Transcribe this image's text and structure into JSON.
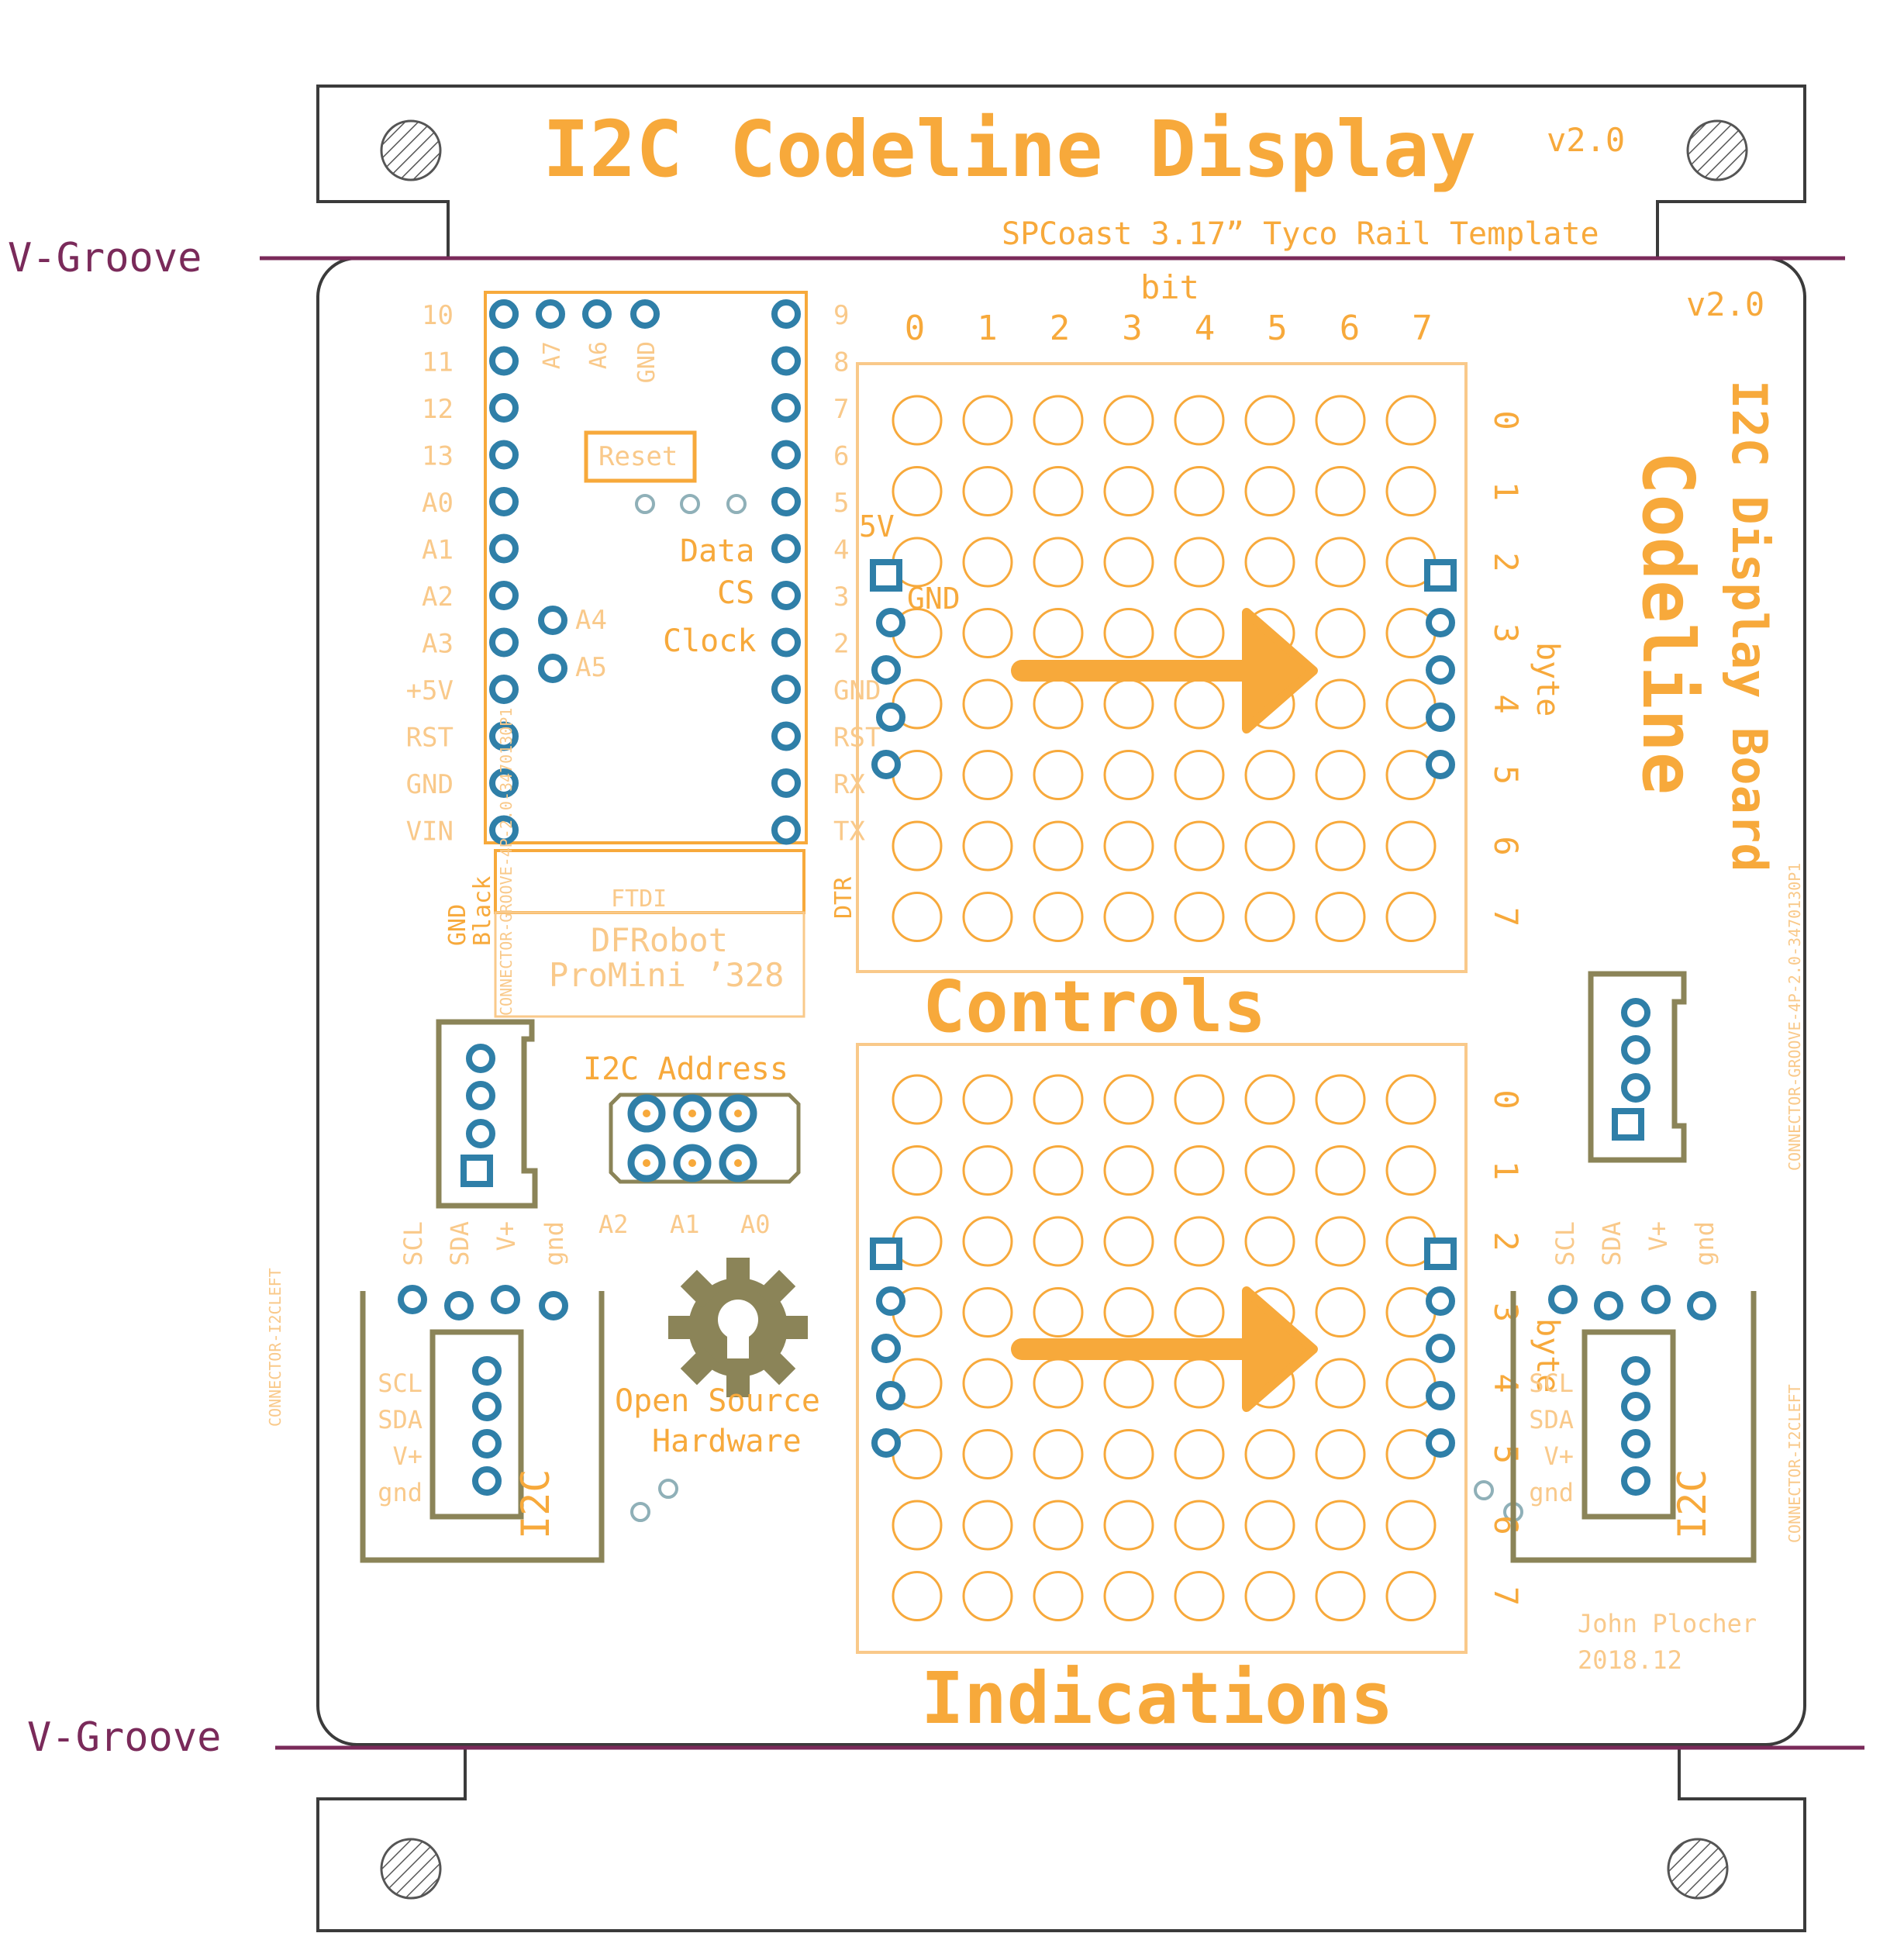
{
  "colors": {
    "silk": "#f7a93b",
    "silk_light": "#f9c98a",
    "outline": "#3b3b3b",
    "pad": "#2f7fa8",
    "pad_fill": "#ffffff",
    "groove": "#7a2a5a",
    "olive": "#8b8458",
    "via": "#8fb0b8"
  },
  "panel": {
    "title": "I2C Codeline Display",
    "title_version": "v2.0",
    "subtitle": "SPCoast 3.17” Tyco Rail Template",
    "vgroove_top": "V-Groove",
    "vgroove_bottom": "V-Groove"
  },
  "board": {
    "version": "v2.0",
    "bit_label": "bit",
    "bit_numbers": [
      "0",
      "1",
      "2",
      "3",
      "4",
      "5",
      "6",
      "7"
    ],
    "row_numbers": [
      "0",
      "1",
      "2",
      "3",
      "4",
      "5",
      "6",
      "7"
    ],
    "byte_label": "byte",
    "side_title_line1": "I2C Display Board",
    "side_title_line2": "Codeline",
    "controls_label": "Controls",
    "indications_label": "Indications",
    "matrix_5v": "5V",
    "matrix_gnd": "GND",
    "author": "John Plocher",
    "date": "2018.12",
    "osh_line1": "Open Source",
    "osh_line2": "Hardware",
    "i2c_address_label": "I2C Address",
    "address_pins": [
      "A2",
      "A1",
      "A0"
    ],
    "connector_label": "I2C",
    "connector_pins": [
      "SCL",
      "SDA",
      "V+",
      "gnd"
    ],
    "refdes_left": "CONNECTOR-I2CLEFT",
    "refdes_right": "CONNECTOR-I2CLEFT",
    "refdes_groove_right": "CONNECTOR-GROOVE-4P-2.0-3470130P1",
    "refdes_groove_left": "CONNECTOR-GROOVE-4P-2.0-3470130P1"
  },
  "promini": {
    "left_pins": [
      "10",
      "11",
      "12",
      "13",
      "A0",
      "A1",
      "A2",
      "A3",
      "+5V",
      "RST",
      "GND",
      "VIN"
    ],
    "right_pins": [
      "9",
      "8",
      "7",
      "6",
      "5",
      "4",
      "3",
      "2",
      "GND",
      "RST",
      "RX",
      "TX"
    ],
    "top_pins": [
      "A7",
      "A6",
      "GND"
    ],
    "extra_pins": [
      "A4",
      "A5"
    ],
    "signals": [
      "Data",
      "CS",
      "Clock"
    ],
    "reset_label": "Reset",
    "ftdi_label": "FTDI",
    "ftdi_left1": "GND",
    "ftdi_left2": "Black",
    "ftdi_right": "DTR",
    "name_line1": "DFRobot",
    "name_line2": "ProMini ’328"
  }
}
